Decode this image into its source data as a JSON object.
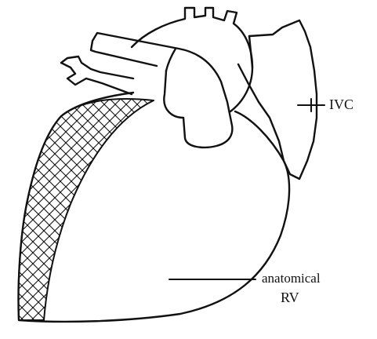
{
  "labels": {
    "ivc": "IVC",
    "anatomical": "anatomical",
    "rv": "RV"
  },
  "colors": {
    "stroke": "#111111",
    "background": "#ffffff"
  }
}
